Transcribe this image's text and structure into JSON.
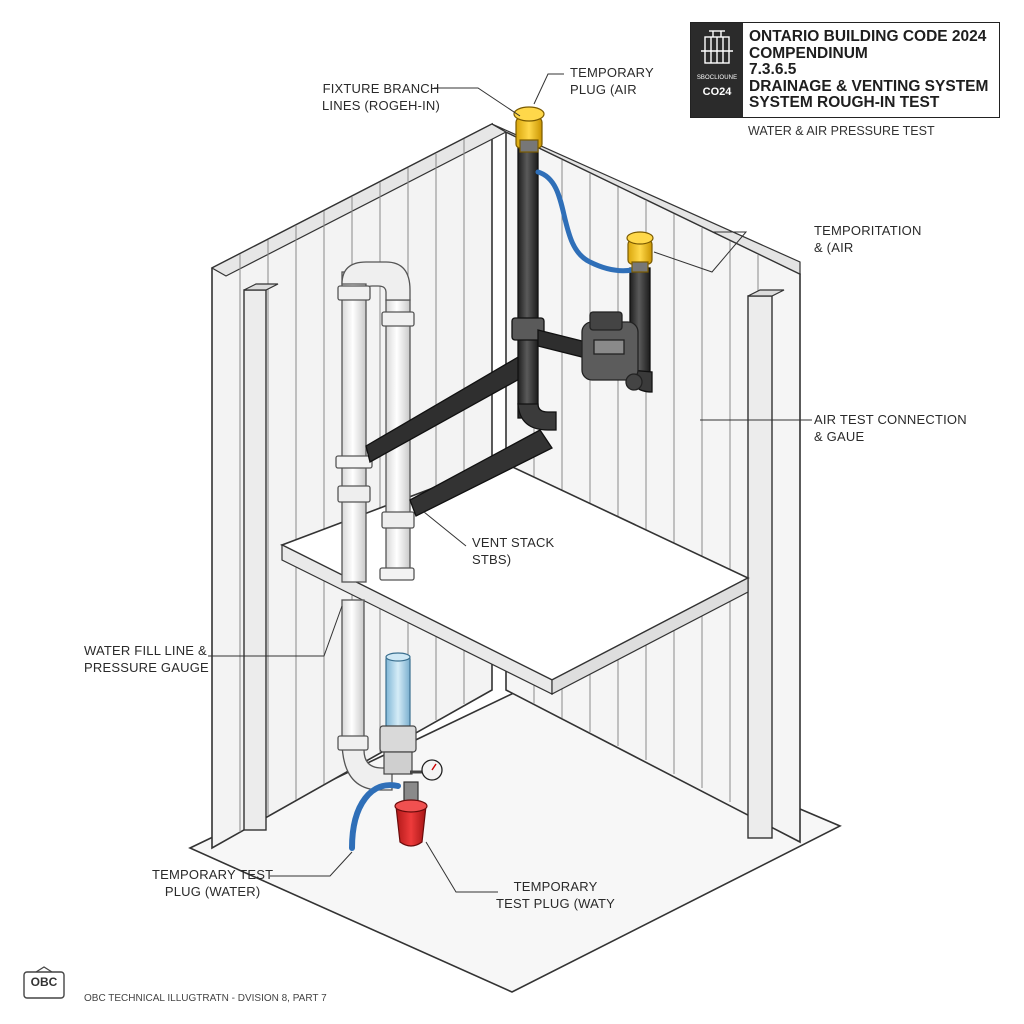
{
  "title_block": {
    "badge_top": "SBOCLIOUNE",
    "badge_year": "CO24",
    "lines": [
      "ONTARIO BUILDING CODE 2024",
      "COMPENDINUM",
      "7.3.6.5",
      "DRAINAGE & VENTING SYSTEM",
      "SYSTEM ROUGH-IN TEST"
    ],
    "subtitle": "WATER & AIR PRESSURE TEST"
  },
  "labels": {
    "fixture_branch": [
      "FIXTURE BRANCH",
      "LINES (ROGEH-IN)"
    ],
    "temporary_plug_air_top": [
      "TEMPORARY",
      "PLUG (AIR"
    ],
    "temporitation_air": [
      "TEMPORITATION",
      "& (AIR"
    ],
    "air_test_connection": [
      "AIR TEST CONNECTION",
      "& GAUE"
    ],
    "vent_stack": [
      "VENT STACK",
      "STBS)"
    ],
    "water_fill_line": [
      "WATER FILL LINE &",
      "PRESSURE GAUGE"
    ],
    "temporary_test_plug_water_left": [
      "TEMPORARY TEST",
      "PLUG (WATER)"
    ],
    "temporary_test_plug_water_bottom": [
      "TEMPORARY",
      "TEST PLUG (WATY"
    ]
  },
  "footer": {
    "logo": "OBC",
    "text": "OBC TECHNICAL ILLUGTRATN - DVISION 8, PART 7"
  },
  "colors": {
    "abs_pipe": "#3a3a3a",
    "pvc_pipe": "#f4f4f4",
    "air_plug": "#f2c21b",
    "water_plug": "#d92b2b",
    "hose": "#2f6fb8",
    "water_column": "#a9d3ea"
  }
}
